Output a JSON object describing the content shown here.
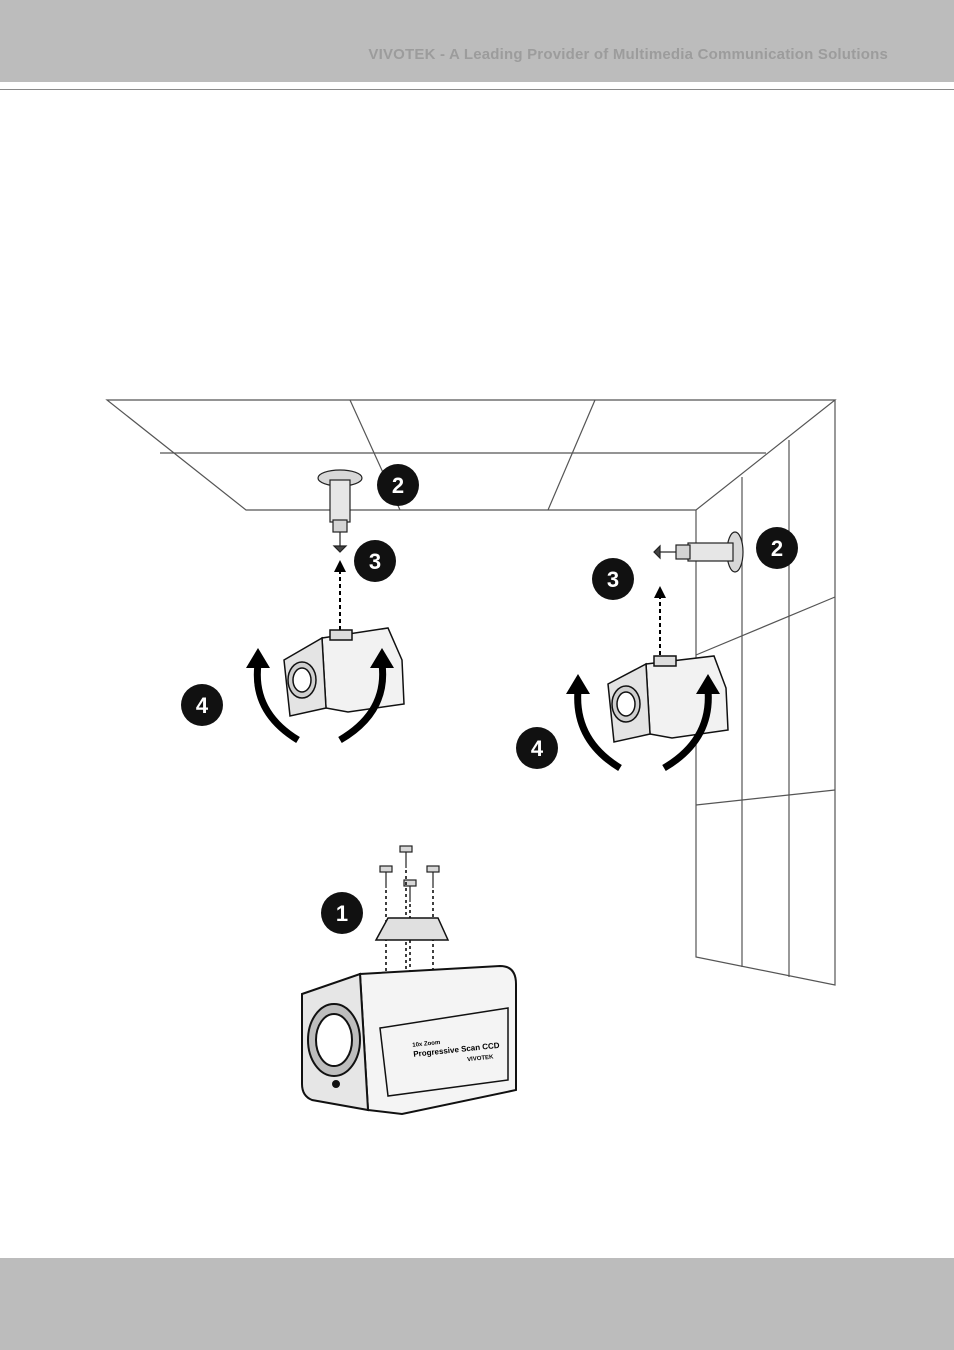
{
  "header": {
    "tagline": "VIVOTEK - A Leading Provider of Multimedia Communication Solutions"
  },
  "figure": {
    "step_labels": {
      "mount_plate": "1",
      "bracket": "2",
      "screw_in": "3",
      "rotate": "4"
    },
    "camera_label": {
      "line1": "10x Zoom",
      "line2": "Progressive Scan CCD",
      "brand": "VIVOTEK"
    }
  }
}
